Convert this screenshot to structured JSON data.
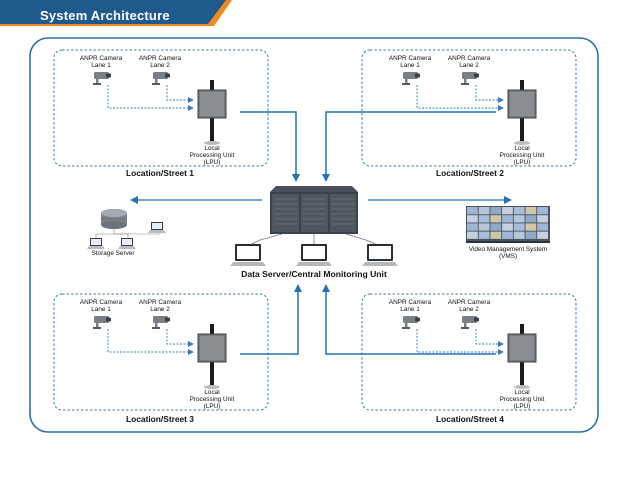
{
  "title": "System Architecture",
  "camera_labels": [
    "ANPR Camera",
    "Lane 1",
    "ANPR Camera",
    "Lane 2"
  ],
  "lpu_label": [
    "Local",
    "Processing Unit",
    "(LPU)"
  ],
  "locations": [
    "Location/Street 1",
    "Location/Street 2",
    "Location/Street 3",
    "Location/Street 4"
  ],
  "central": {
    "label": "Data Server/Central Monitoring Unit"
  },
  "storage": {
    "label": "Storage Server"
  },
  "vms": {
    "label_line1": "Video Management System",
    "label_line2": "(VMS)"
  },
  "colors": {
    "banner": "#1e5a8c",
    "accent": "#f08a1f",
    "frame": "#2e6fa8",
    "arrow": "#2471b3",
    "dash": "#3d7ab8"
  }
}
